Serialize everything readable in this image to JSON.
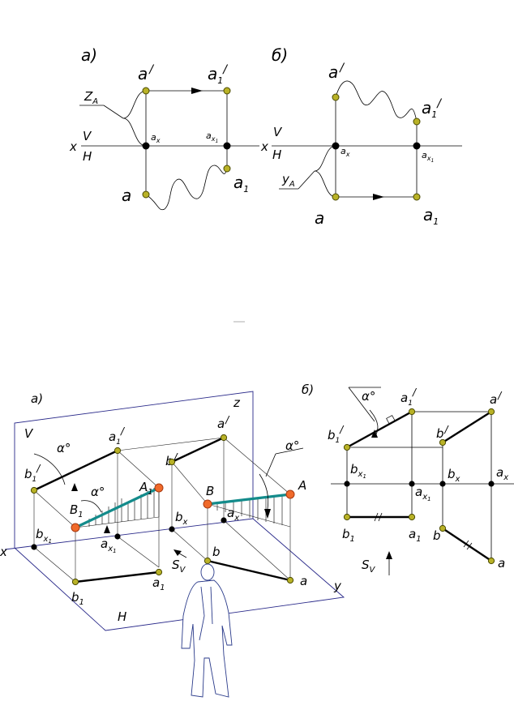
{
  "top_a": {
    "panel_label": "а)",
    "a_prime": "a",
    "a1_prime": "a",
    "z": "Z",
    "z_sub": "A",
    "v": "V",
    "h": "H",
    "x": "x",
    "ax": "a",
    "ax1": "a",
    "a": "a",
    "a1": "a"
  },
  "top_b": {
    "panel_label": "б)",
    "a_prime": "a",
    "a1_prime": "a",
    "v": "V",
    "h": "H",
    "x": "x",
    "ax": "a",
    "ax1": "a",
    "y": "y",
    "y_sub": "A",
    "a": "a",
    "a1": "a"
  },
  "bottom_a": {
    "panel_label": "а)",
    "v": "V",
    "z": "z",
    "x": "x",
    "y": "y",
    "h": "H",
    "alpha1": "α°",
    "alpha2": "α°",
    "alpha3": "α°",
    "b1_prime": "b",
    "a1_prime": "a",
    "a_prime": "a",
    "b_prime": "b",
    "A1": "A",
    "B1": "B",
    "B": "B",
    "A": "A",
    "bx1": "b",
    "ax1": "a",
    "bx": "b",
    "ax": "a",
    "b": "b",
    "b1": "b",
    "a1": "a",
    "a": "a",
    "sv": "S",
    "sv_sub": "V"
  },
  "bottom_b": {
    "panel_label": "б)",
    "alpha": "α°",
    "a1_prime": "a",
    "a_prime": "a",
    "b1_prime": "b",
    "b_prime": "b",
    "bx1": "b",
    "ax1": "a",
    "bx": "b",
    "ax": "a",
    "b1": "b",
    "a1": "a",
    "b": "b",
    "a": "a",
    "sv": "S",
    "sv_sub": "V"
  },
  "subscripts": {
    "one": "1",
    "x": "x",
    "prime": "/"
  },
  "colors": {
    "point_yellow": "#b9b227",
    "point_black": "#000000",
    "point_orange": "#f06a2a",
    "teal_line": "#138b8b",
    "plane_line": "#2a2a8a"
  }
}
